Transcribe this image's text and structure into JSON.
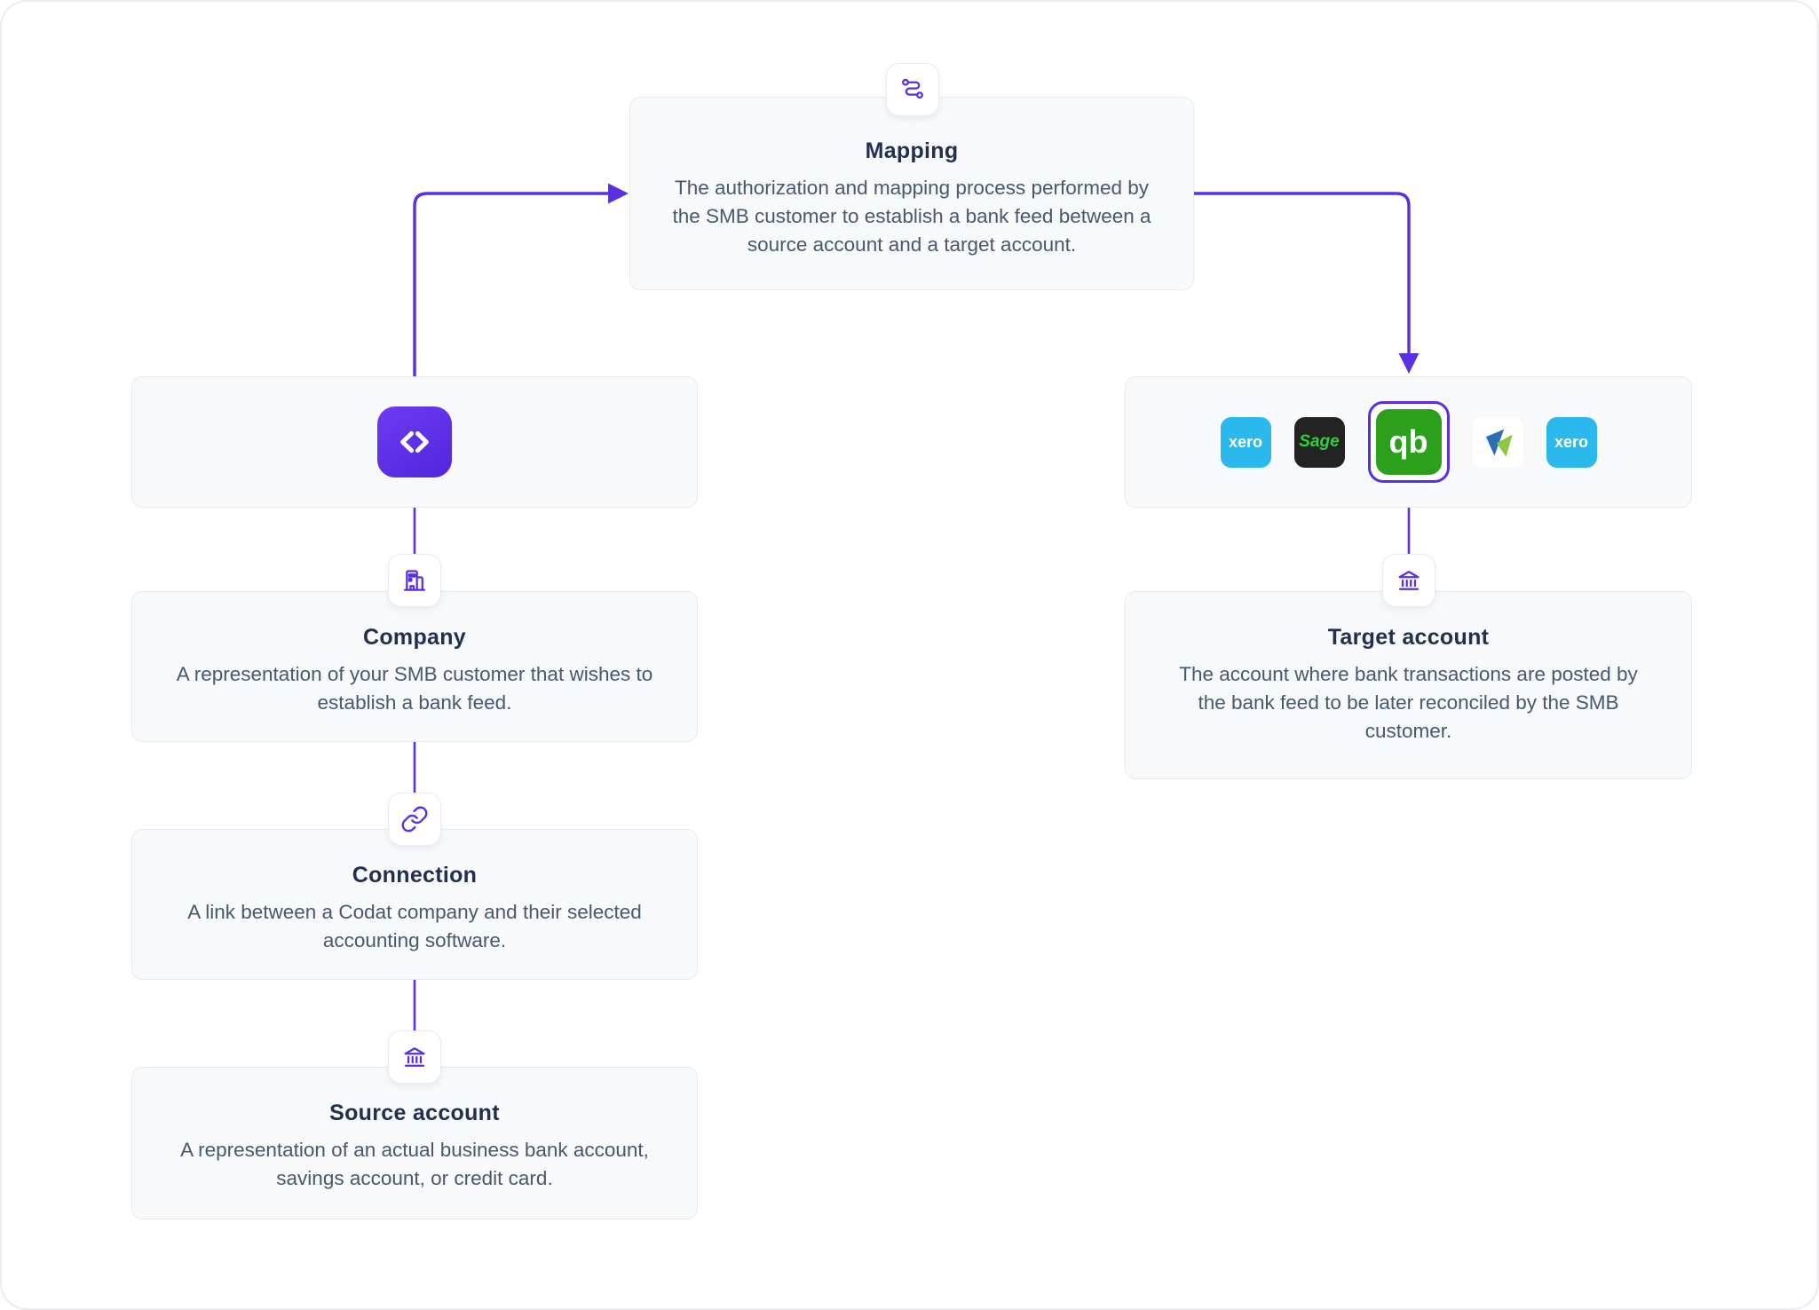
{
  "colors": {
    "accent": "#5a2ee5",
    "card_bg": "#f7f9fb",
    "card_border": "#e6ebf2",
    "title_text": "#21304e",
    "body_text": "#47586f",
    "xero_blue": "#2bb8ec",
    "sage_dark": "#232323",
    "sage_green": "#2fd03c",
    "quickbooks_green": "#2ca01c"
  },
  "cards": {
    "mapping": {
      "title": "Mapping",
      "description": "The authorization and mapping process performed by the SMB customer to establish a bank feed between a source account and a target account.",
      "icon": "mapping-route-icon"
    },
    "company": {
      "title": "Company",
      "description": "A representation of your SMB customer that wishes to establish a bank feed.",
      "icon": "building-icon"
    },
    "connection": {
      "title": "Connection",
      "description": "A link between a Codat company and their selected accounting software.",
      "icon": "link-icon"
    },
    "source_account": {
      "title": "Source account",
      "description": "A representation of an actual business bank account, savings account, or credit card.",
      "icon": "bank-icon"
    },
    "target_account": {
      "title": "Target account",
      "description": "The account where bank transactions are posted by the bank feed to be later reconciled by the SMB customer.",
      "icon": "bank-icon"
    }
  },
  "logos": {
    "codat": {
      "name": "codat",
      "icon": "codat-logo"
    },
    "platforms": [
      {
        "name": "xero",
        "label": "xero"
      },
      {
        "name": "sage",
        "label": "Sage"
      },
      {
        "name": "quickbooks",
        "label": "qb",
        "selected": true
      },
      {
        "name": "freeagent",
        "label": ""
      },
      {
        "name": "xero",
        "label": "xero"
      }
    ]
  }
}
